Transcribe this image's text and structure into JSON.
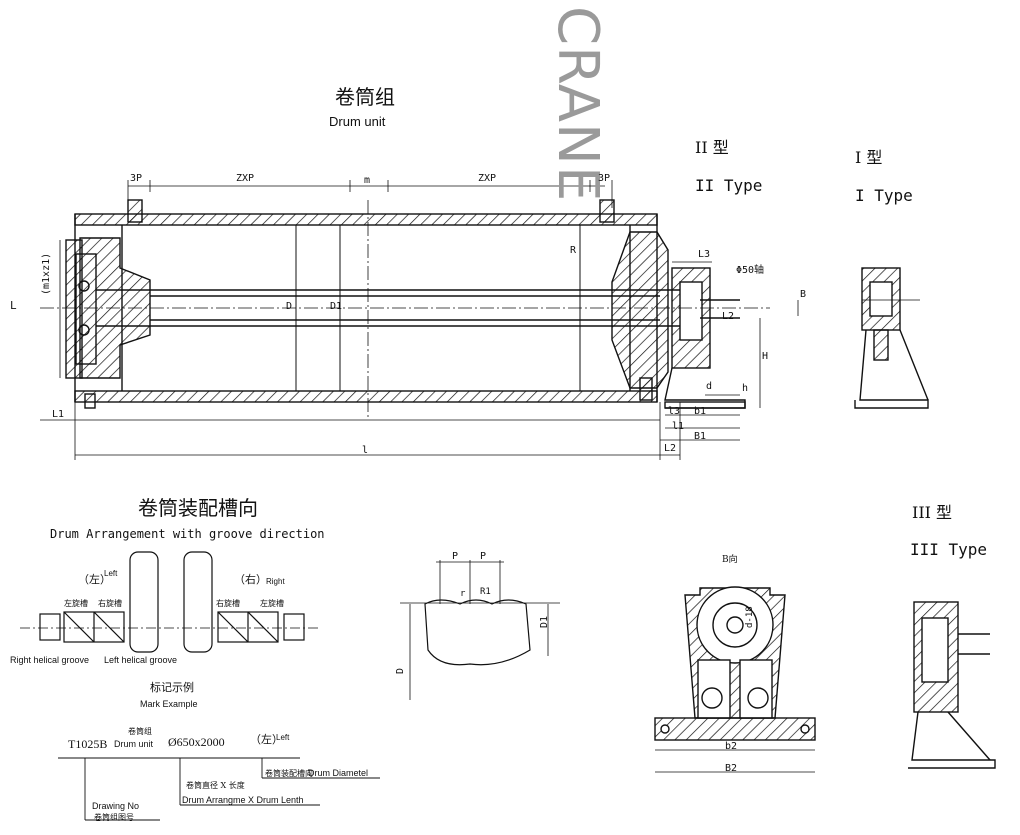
{
  "watermark": "CRANE",
  "drum_unit": {
    "title_cn": "卷筒组",
    "title_en": "Drum unit",
    "dims": {
      "p3_left": "3P",
      "zxp_left": "ZXP",
      "m": "m",
      "zxp_right": "ZXP",
      "p3_right": "3P",
      "L": "L",
      "m1xz1": "(m1xz1)",
      "D": "D",
      "D1": "D1",
      "R": "R",
      "L1": "L1",
      "l": "l",
      "L2": "L2",
      "L3": "L3",
      "phi50": "Φ50轴",
      "l2": "L2",
      "H": "H",
      "d": "d",
      "h": "h",
      "l3": "l3",
      "b1": "b1",
      "l1": "l1",
      "B1": "B1",
      "B": "B"
    }
  },
  "types": {
    "type2_cn": "II 型",
    "type2_en": "II Type",
    "type1_cn": "I 型",
    "type1_en": "I Type",
    "type3_cn": "III 型",
    "type3_en": "III Type"
  },
  "arrangement": {
    "title_cn": "卷筒装配槽向",
    "title_en": "Drum Arrangement with groove direction",
    "left_mark": "（左）",
    "left_sup": "Left",
    "right_mark": "（右）",
    "right_sup": "Right",
    "tag1": "左旋槽",
    "tag2": "右旋槽",
    "tag3": "右旋槽",
    "tag4": "左旋槽",
    "right_helical": "Right helical groove",
    "left_helical": "Left helical groove"
  },
  "groove": {
    "p1": "P",
    "p2": "P",
    "r": "r",
    "r1": "R1",
    "D1": "D1",
    "D": "D"
  },
  "section_b": {
    "title": "B向",
    "d_label": "d-18",
    "b2": "b2",
    "B2": "B2"
  },
  "mark_example": {
    "title_cn": "标记示例",
    "title_en": "Mark Example",
    "code": "T1025B",
    "unit_cn": "卷筒组",
    "unit_en": "Drum unit",
    "size": "Ø650x2000",
    "dir_mark": "（左）",
    "dir_en": "Left",
    "diam_cn": "卷筒装配槽向",
    "diam_en": "Drum Diametel",
    "arr_cn": "卷筒直径 X 长度",
    "arr_en": "Drum Arrangme X Drum Lenth",
    "drawing_en": "Drawing No",
    "drawing_cn": "卷筒组图号"
  }
}
